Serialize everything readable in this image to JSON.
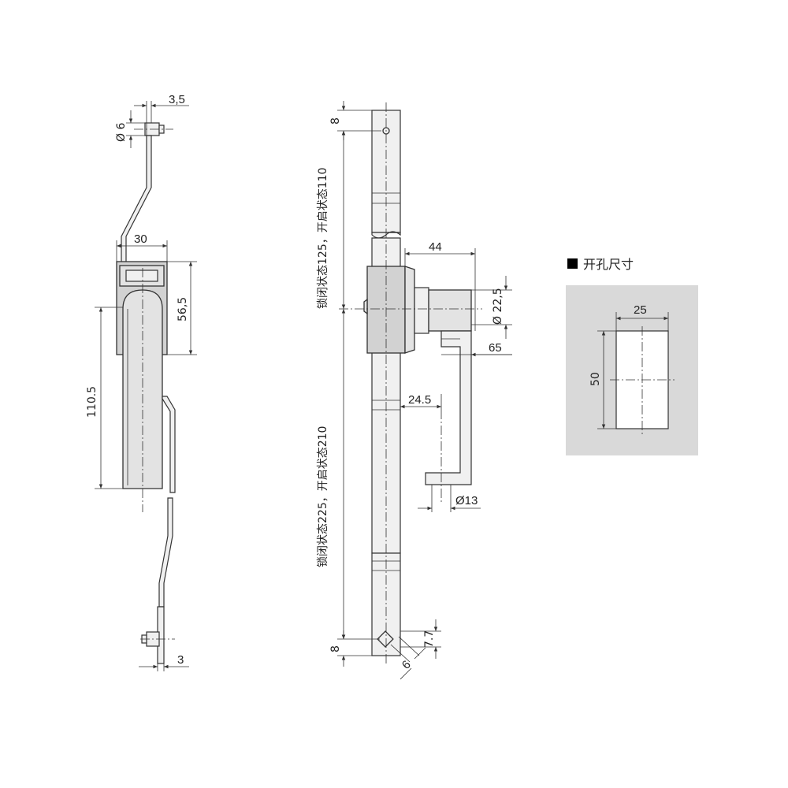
{
  "side_view": {
    "dim_top_offset": "3,5",
    "dim_pin_dia": "Ø 6",
    "dim_width": "30",
    "dim_upper": "56,5",
    "dim_handle": "110.5",
    "dim_bottom_offset": "3"
  },
  "front_view": {
    "dim_top": "8",
    "dim_bottom": "8",
    "label_upper": "锁闭状态125，开启状态110",
    "label_lower": "锁闭状态225，开启状态210",
    "dim_44": "44",
    "dim_dia_22": "Ø 22,5",
    "dim_65": "65",
    "dim_245": "24.5",
    "dim_dia_13": "Ø13",
    "dim_77": "7.7",
    "dim_6": "6"
  },
  "cutout": {
    "title": "开孔尺寸",
    "width": "25",
    "height": "50",
    "colors": {
      "panel": "#d9d9d9",
      "hole": "#ffffff",
      "title_marker": "#000000"
    }
  }
}
